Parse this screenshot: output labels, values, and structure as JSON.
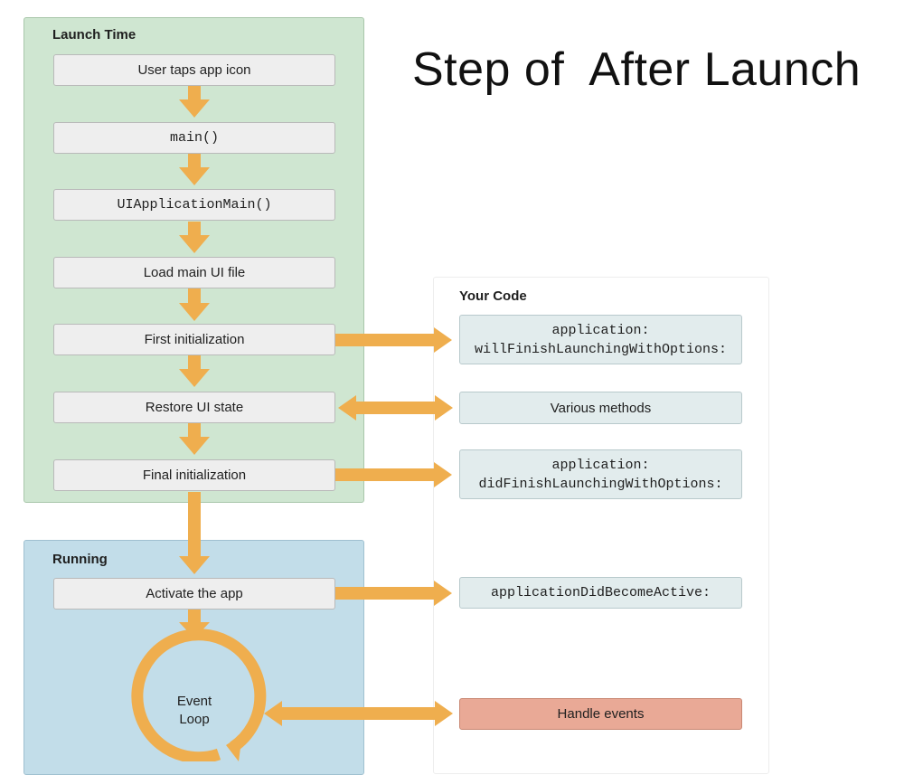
{
  "slide_title": "Step of  After Launch",
  "launch_time": {
    "title": "Launch Time",
    "steps": [
      "User taps app icon",
      "main()",
      "UIApplicationMain()",
      "Load main UI file",
      "First initialization",
      "Restore UI state",
      "Final initialization"
    ]
  },
  "running": {
    "title": "Running",
    "activate": "Activate the app",
    "event_loop": [
      "Event",
      "Loop"
    ]
  },
  "your_code": {
    "title": "Your Code",
    "will_finish": [
      "application:",
      "willFinishLaunchingWithOptions:"
    ],
    "various": "Various methods",
    "did_finish": [
      "application:",
      "didFinishLaunchingWithOptions:"
    ],
    "did_become_active": "applicationDidBecomeActive:",
    "handle_events": "Handle events"
  },
  "colors": {
    "arrow": "#efae4e",
    "launch_bg": "#cfe6d1",
    "running_bg": "#c2dde9",
    "code_box_bg": "#e2eced",
    "handle_events_bg": "#e9a996"
  }
}
